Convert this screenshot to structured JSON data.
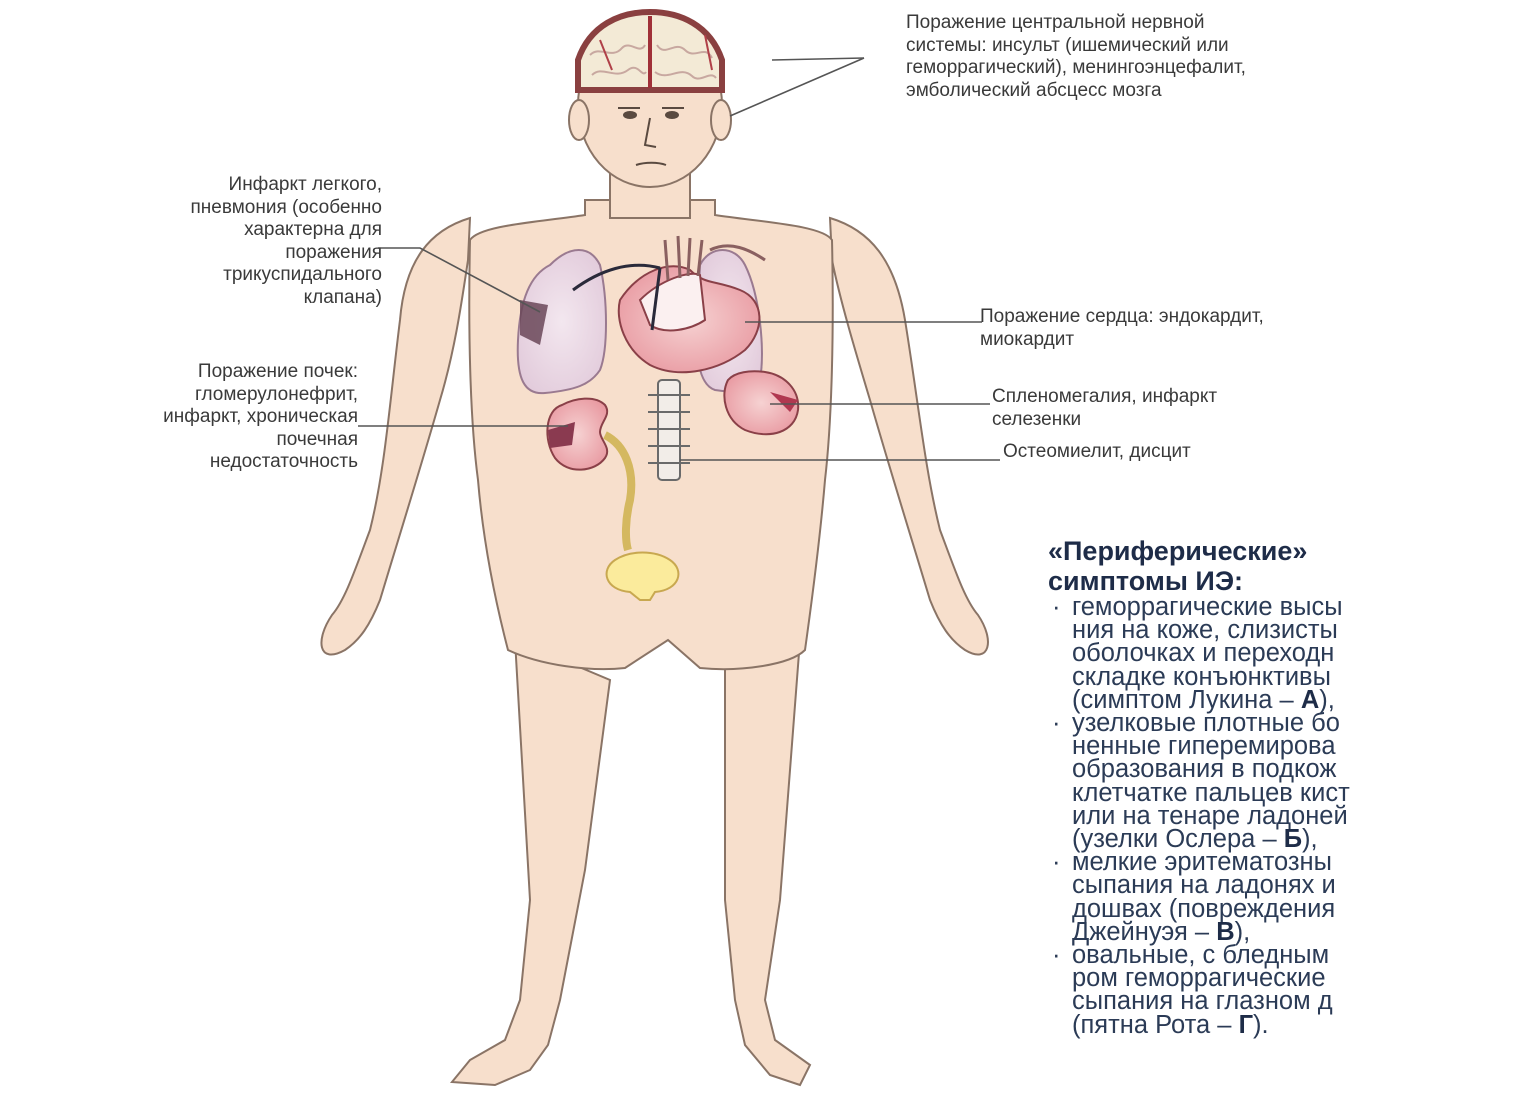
{
  "labels": {
    "cns": [
      "Поражение центральной нервной",
      "системы: инсульт (ишемический или",
      "геморрагический), менингоэнцефалит,",
      "эмболический абсцесс мозга"
    ],
    "lung": [
      "Инфаркт легкого,",
      "пневмония (особенно",
      "характерна для",
      "поражения",
      "трикуспидального",
      "клапана)"
    ],
    "heart": [
      "Поражение сердца: эндокардит,",
      "миокардит"
    ],
    "kidney": [
      "Поражение почек:",
      "гломерулонефрит,",
      "инфаркт, хроническая",
      "почечная",
      "недостаточность"
    ],
    "spleen": [
      "Спленомегалия, инфаркт",
      "селезенки"
    ],
    "bone": [
      "Остеомиелит, дисцит"
    ]
  },
  "peripheral": {
    "heading": [
      "«Периферические»",
      "симптомы ИЭ:"
    ],
    "bullet_char": "·",
    "items": [
      {
        "lines": [
          "геморрагические высы",
          "ния на коже, слизисты",
          "оболочках и переходн",
          "складке конъюнктивы"
        ],
        "last_prefix": "(симптом Лукина – ",
        "last_letter": "А",
        "last_suffix": "),"
      },
      {
        "lines": [
          "узелковые плотные бо",
          "ненные гиперемирова",
          "образования в подкож",
          "клетчатке пальцев кист",
          "или на тенаре ладоней"
        ],
        "last_prefix": "(узелки Ослера – ",
        "last_letter": "Б",
        "last_suffix": "),"
      },
      {
        "lines": [
          "мелкие эритематозны",
          "сыпания на ладонях и",
          "дошвах (повреждения"
        ],
        "last_prefix": "Джейнуэя – ",
        "last_letter": "В",
        "last_suffix": "),"
      },
      {
        "lines": [
          "овальные, с бледным",
          "ром геморрагические",
          "сыпания на глазном д"
        ],
        "last_prefix": "(пятна Рота – ",
        "last_letter": "Г",
        "last_suffix": ")."
      }
    ]
  },
  "colors": {
    "skin": "#f7dfcc",
    "outline": "#7a6a60",
    "organ_red": "#e8a2a8",
    "lung": "#ead8e4",
    "bladder": "#fbeb9c",
    "heading_text": "#1e2c48",
    "label_text": "#3a3a3a"
  }
}
